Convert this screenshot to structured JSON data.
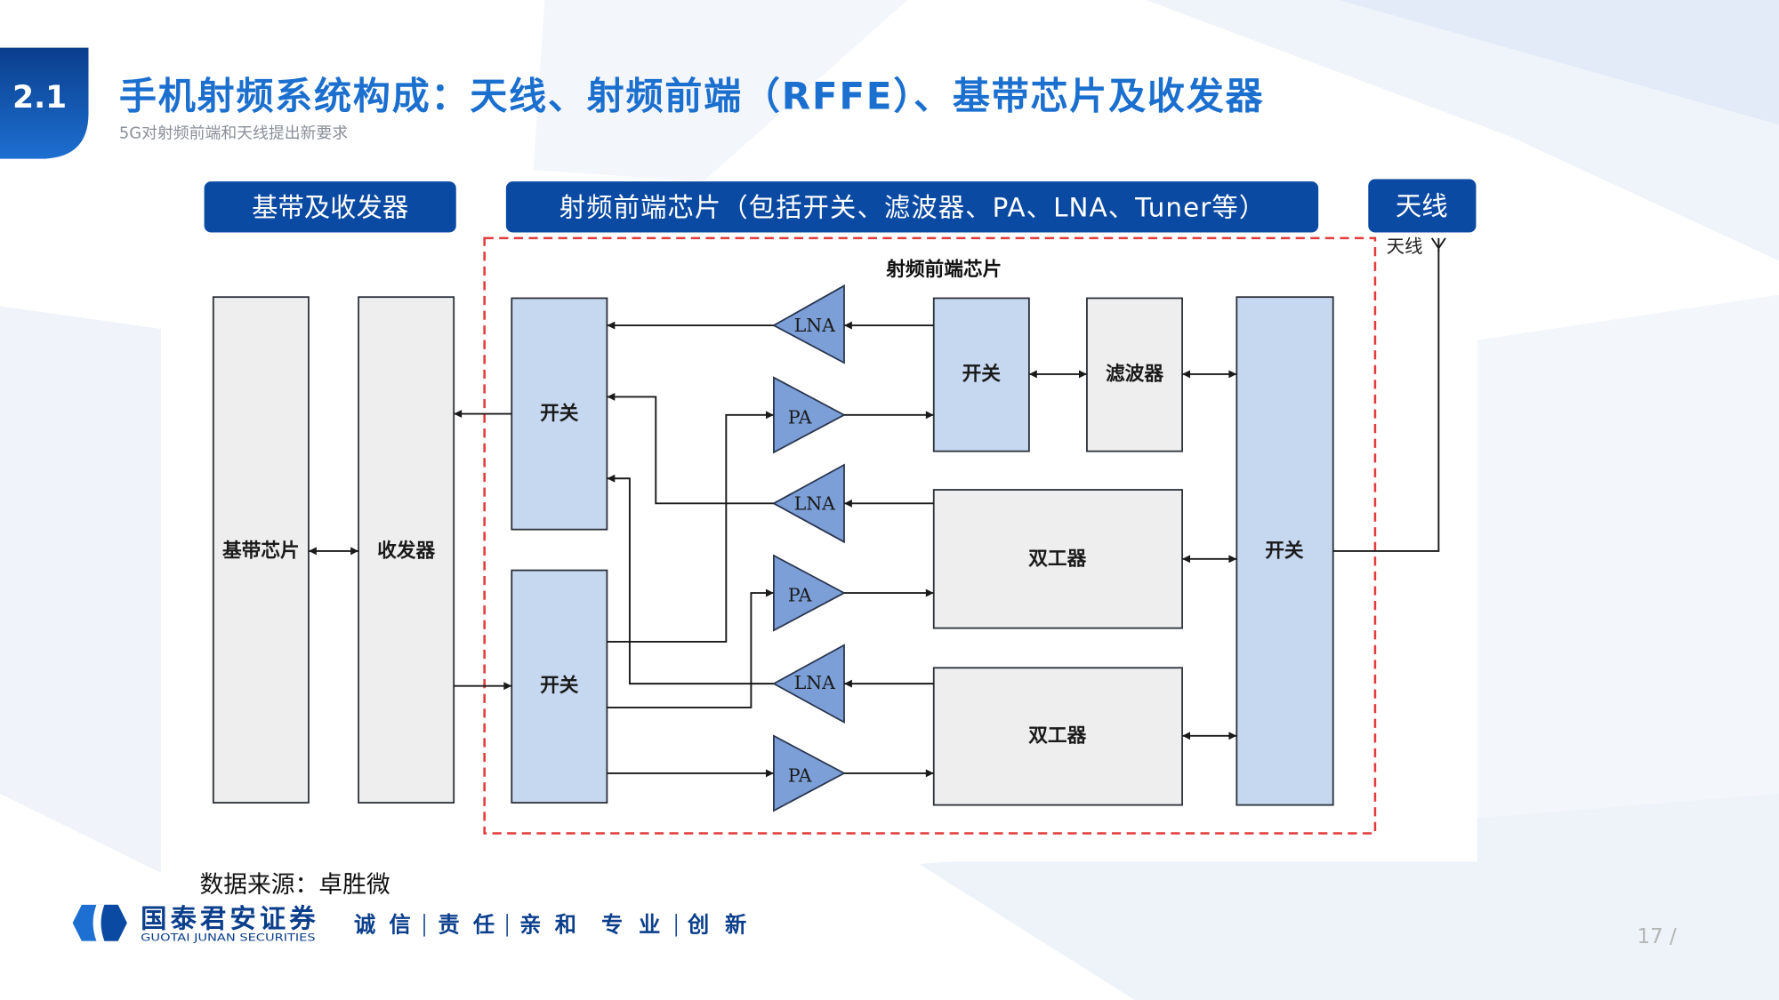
{
  "slide": {
    "section_number": "2.1",
    "title": "手机射频系统构成：天线、射频前端（RFFE）、基带芯片及收发器",
    "subtitle": "5G对射频前端和天线提出新要求"
  },
  "category_headers": {
    "baseband_transceiver": "基带及收发器",
    "rf_front_end": "射频前端芯片（包括开关、滤波器、PA、LNA、Tuner等）",
    "antenna": "天线"
  },
  "diagram": {
    "rffe_chip_title": "射频前端芯片",
    "antenna_label": "天线",
    "blocks": {
      "baseband_chip": "基带芯片",
      "transceiver": "收发器",
      "switch_left_top": "开关",
      "switch_left_bottom": "开关",
      "switch_middle": "开关",
      "filter": "滤波器",
      "duplexer_1": "双工器",
      "duplexer_2": "双工器",
      "switch_right": "开关"
    },
    "amplifiers": [
      "LNA",
      "PA",
      "LNA",
      "PA",
      "LNA",
      "PA"
    ]
  },
  "footer": {
    "source": "数据来源：卓胜微",
    "company_name": "国泰君安证券",
    "company_name_en": "GUOTAI JUNAN SECURITIES",
    "slogan": [
      "诚 信",
      "责 任",
      "亲 和",
      "专 业",
      "创 新"
    ],
    "page_number": "17 /"
  },
  "colors": {
    "brand_dark_blue": "#0b4aa2",
    "title_blue": "#1b6fce",
    "block_blue": "#c6d8f0",
    "amplifier_blue": "#7b9fd6",
    "block_gray": "#eeeeee",
    "rffe_boundary_red": "#e23b3b"
  }
}
